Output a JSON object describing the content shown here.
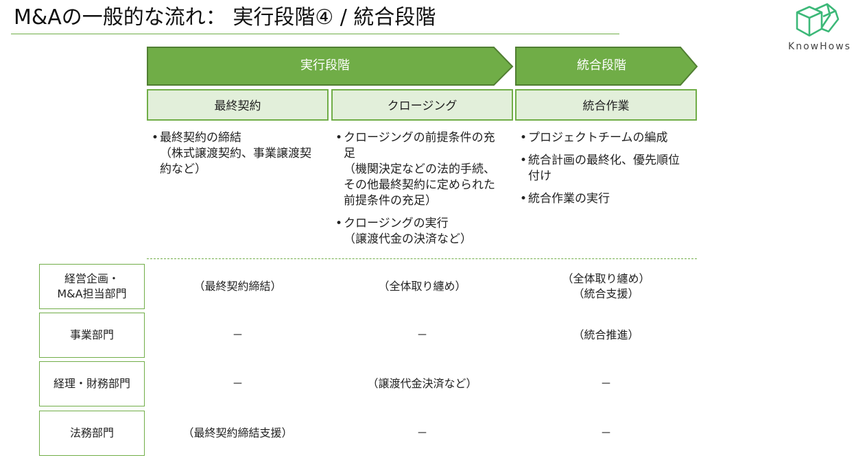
{
  "header": {
    "title": "M&Aの一般的な流れ：  実行段階④ / 統合段階"
  },
  "logo": {
    "icon": "green-boxes-icon",
    "text": "KnowHows"
  },
  "phases": [
    {
      "label": "実行段階"
    },
    {
      "label": "統合段階"
    }
  ],
  "steps": [
    {
      "label": "最終契約"
    },
    {
      "label": "クロージング"
    },
    {
      "label": "統合作業"
    }
  ],
  "bullets": [
    [
      {
        "text": "最終契約の締結\n（株式譲渡契約、事業譲渡契\n約など）"
      }
    ],
    [
      {
        "text": "クロージングの前提条件の充\n足\n（機関決定などの法的手続、\nその他最終契約に定められた\n前提条件の充足）"
      },
      {
        "text": "クロージングの実行\n（譲渡代金の決済など）"
      }
    ],
    [
      {
        "text": "プロジェクトチームの編成"
      },
      {
        "text": "統合計画の最終化、優先順位\n付け"
      },
      {
        "text": "統合作業の実行"
      }
    ]
  ],
  "bullet_mark": "•",
  "departments": [
    {
      "name": "経営企画・\nM&A担当部門",
      "cells": [
        "（最終契約締結）",
        "（全体取り纏め）",
        "（全体取り纏め）\n（統合支援）"
      ]
    },
    {
      "name": "事業部門",
      "cells": [
        "－",
        "－",
        "（統合推進）"
      ]
    },
    {
      "name": "経理・財務部門",
      "cells": [
        "－",
        "（譲渡代金決済など）",
        "－"
      ]
    },
    {
      "name": "法務部門",
      "cells": [
        "（最終契約締結支援）",
        "－",
        "－"
      ]
    }
  ],
  "colors": {
    "accent": "#70ad47",
    "accent_dark": "#507e32",
    "light_fill": "#e2efda"
  }
}
